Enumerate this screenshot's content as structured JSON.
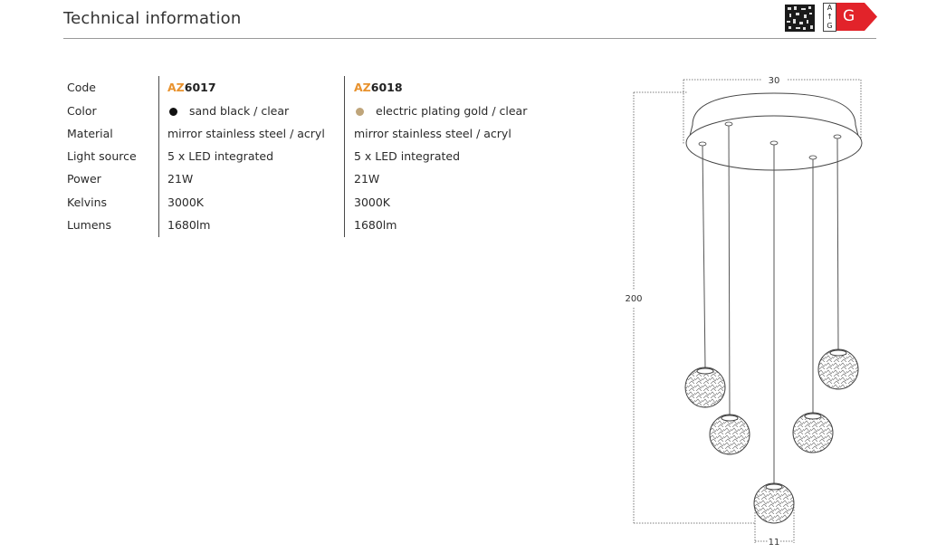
{
  "header": {
    "title": "Technical information",
    "energy_label": {
      "scale_top": "A",
      "scale_mid": "↑",
      "scale_bottom": "G",
      "class": "G",
      "color": "#e2232a"
    }
  },
  "table": {
    "rows": [
      {
        "label": "Code"
      },
      {
        "label": "Color"
      },
      {
        "label": "Material"
      },
      {
        "label": "Light source"
      },
      {
        "label": "Power"
      },
      {
        "label": "Kelvins"
      },
      {
        "label": "Lumens"
      }
    ],
    "products": [
      {
        "code_prefix": "AZ",
        "code_number": "6017",
        "color_swatch": "#111111",
        "color": "sand black / clear",
        "material": "mirror stainless steel / acryl",
        "light_source": "5 x LED integrated",
        "power": "21W",
        "kelvins": "3000K",
        "lumens": "1680lm"
      },
      {
        "code_prefix": "AZ",
        "code_number": "6018",
        "color_swatch": "#bfa57a",
        "color": "electric plating gold / clear",
        "material": "mirror stainless steel / acryl",
        "light_source": "5 x LED integrated",
        "power": "21W",
        "kelvins": "3000K",
        "lumens": "1680lm"
      }
    ],
    "accent_color": "#e8922e"
  },
  "drawing": {
    "width_dim": "30",
    "height_dim": "200",
    "globe_dim": "11"
  }
}
